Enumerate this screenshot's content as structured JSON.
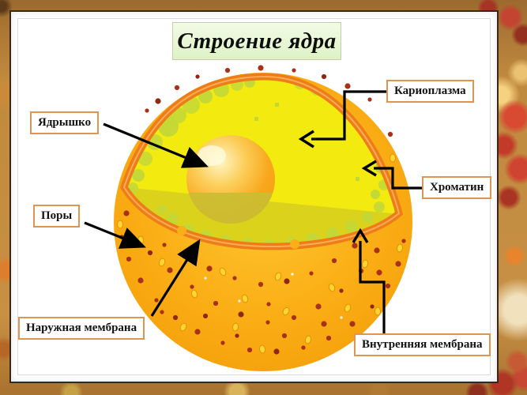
{
  "slide": {
    "title": "Строение ядра"
  },
  "labels": {
    "nucleolus": "Ядрышко",
    "karyoplasm": "Кариоплазма",
    "chromatin": "Хроматин",
    "pores": "Поры",
    "outer_membrane": "Наружная мембрана",
    "inner_membrane": "Внутренняя мембрана"
  },
  "colors": {
    "label_border": "#DC9552",
    "title_background": "#E9F6DA",
    "sphere_orange": "#FBAF16",
    "membrane_orange": "#EC7D19",
    "membrane_highlight": "#FCAB55",
    "karyoplasm_yellow": "#F3EA10",
    "karyoplasm_shadow": "#DAD21B",
    "chromatin_green": "#C1D739",
    "nucleolus_orange": "#F8A71C",
    "nucleolus_shadow": "#C9BE33",
    "dot_red": "#A93118",
    "droplet_yellow": "#FFD62E",
    "arrow_black": "#000000"
  }
}
